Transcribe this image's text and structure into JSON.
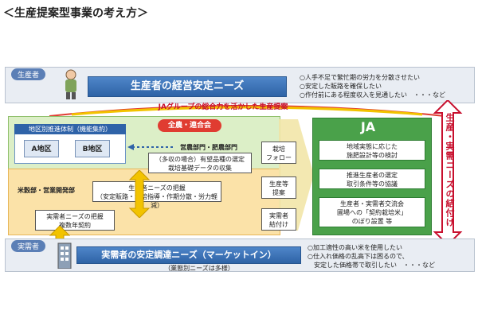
{
  "title": "＜生産提案型事業の考え方＞",
  "producer": {
    "tag": "生産者",
    "needs": "生産者の経営安定ニーズ",
    "notes": [
      "○人手不足で繁忙期の労力を分散させたい",
      "○安定した販路を確保したい",
      "○作付前にある程度収入を見通したい　・・・など"
    ]
  },
  "ja_banner": "JAグループの総合力を活かした生産提案",
  "green_panel": {
    "sub_head": "地区別推進体制（機能集約）",
    "district_a": "A地区",
    "district_b": "B地区",
    "pill": "全農・連合会",
    "eigyo_dept": "営農部門・肥農部門",
    "box_data": [
      "（多収の場合）有望品種の選定",
      "栽培基礎データの収集"
    ],
    "rice_dept": "米穀部・営業開発部",
    "box_needs": [
      "生産者ニーズの把握",
      "（安定販路・栽培指導・作期分散・労力軽減）"
    ],
    "box_buyer": [
      "実需者ニーズの把握",
      "複数年契約"
    ]
  },
  "functions": [
    {
      "label": [
        "栽培",
        "フォロー"
      ]
    },
    {
      "label": [
        "生産等",
        "提案"
      ]
    },
    {
      "label": [
        "実需者",
        "結付け"
      ]
    }
  ],
  "ja_block": {
    "logo": "JA",
    "boxes": [
      [
        "地域実態に応じた",
        "施肥設計等の検討"
      ],
      [
        "推進生産者の選定",
        "取引条件等の協議"
      ],
      [
        "生産者・実需者交流会",
        "圃場への「契約栽培米」",
        "のぼり設置 等"
      ]
    ]
  },
  "vertical": "生産・実需ニーズの結付け",
  "buyer": {
    "tag": "実需者",
    "needs": "実需者の安定調達ニーズ（マーケットイン）",
    "sub": "（業態別ニーズは多様）",
    "notes": [
      "○加工適性の高い米を使用したい",
      "○仕入れ価格の乱高下は困るので、",
      "　安定した価格帯で取引したい　・・・など"
    ]
  },
  "colors": {
    "accent_blue": "#2e63a6",
    "accent_red": "#c8102e",
    "ja_green": "#4aa14a",
    "panel_green": "#dcefc7",
    "panel_orange": "#fbe2a8"
  }
}
